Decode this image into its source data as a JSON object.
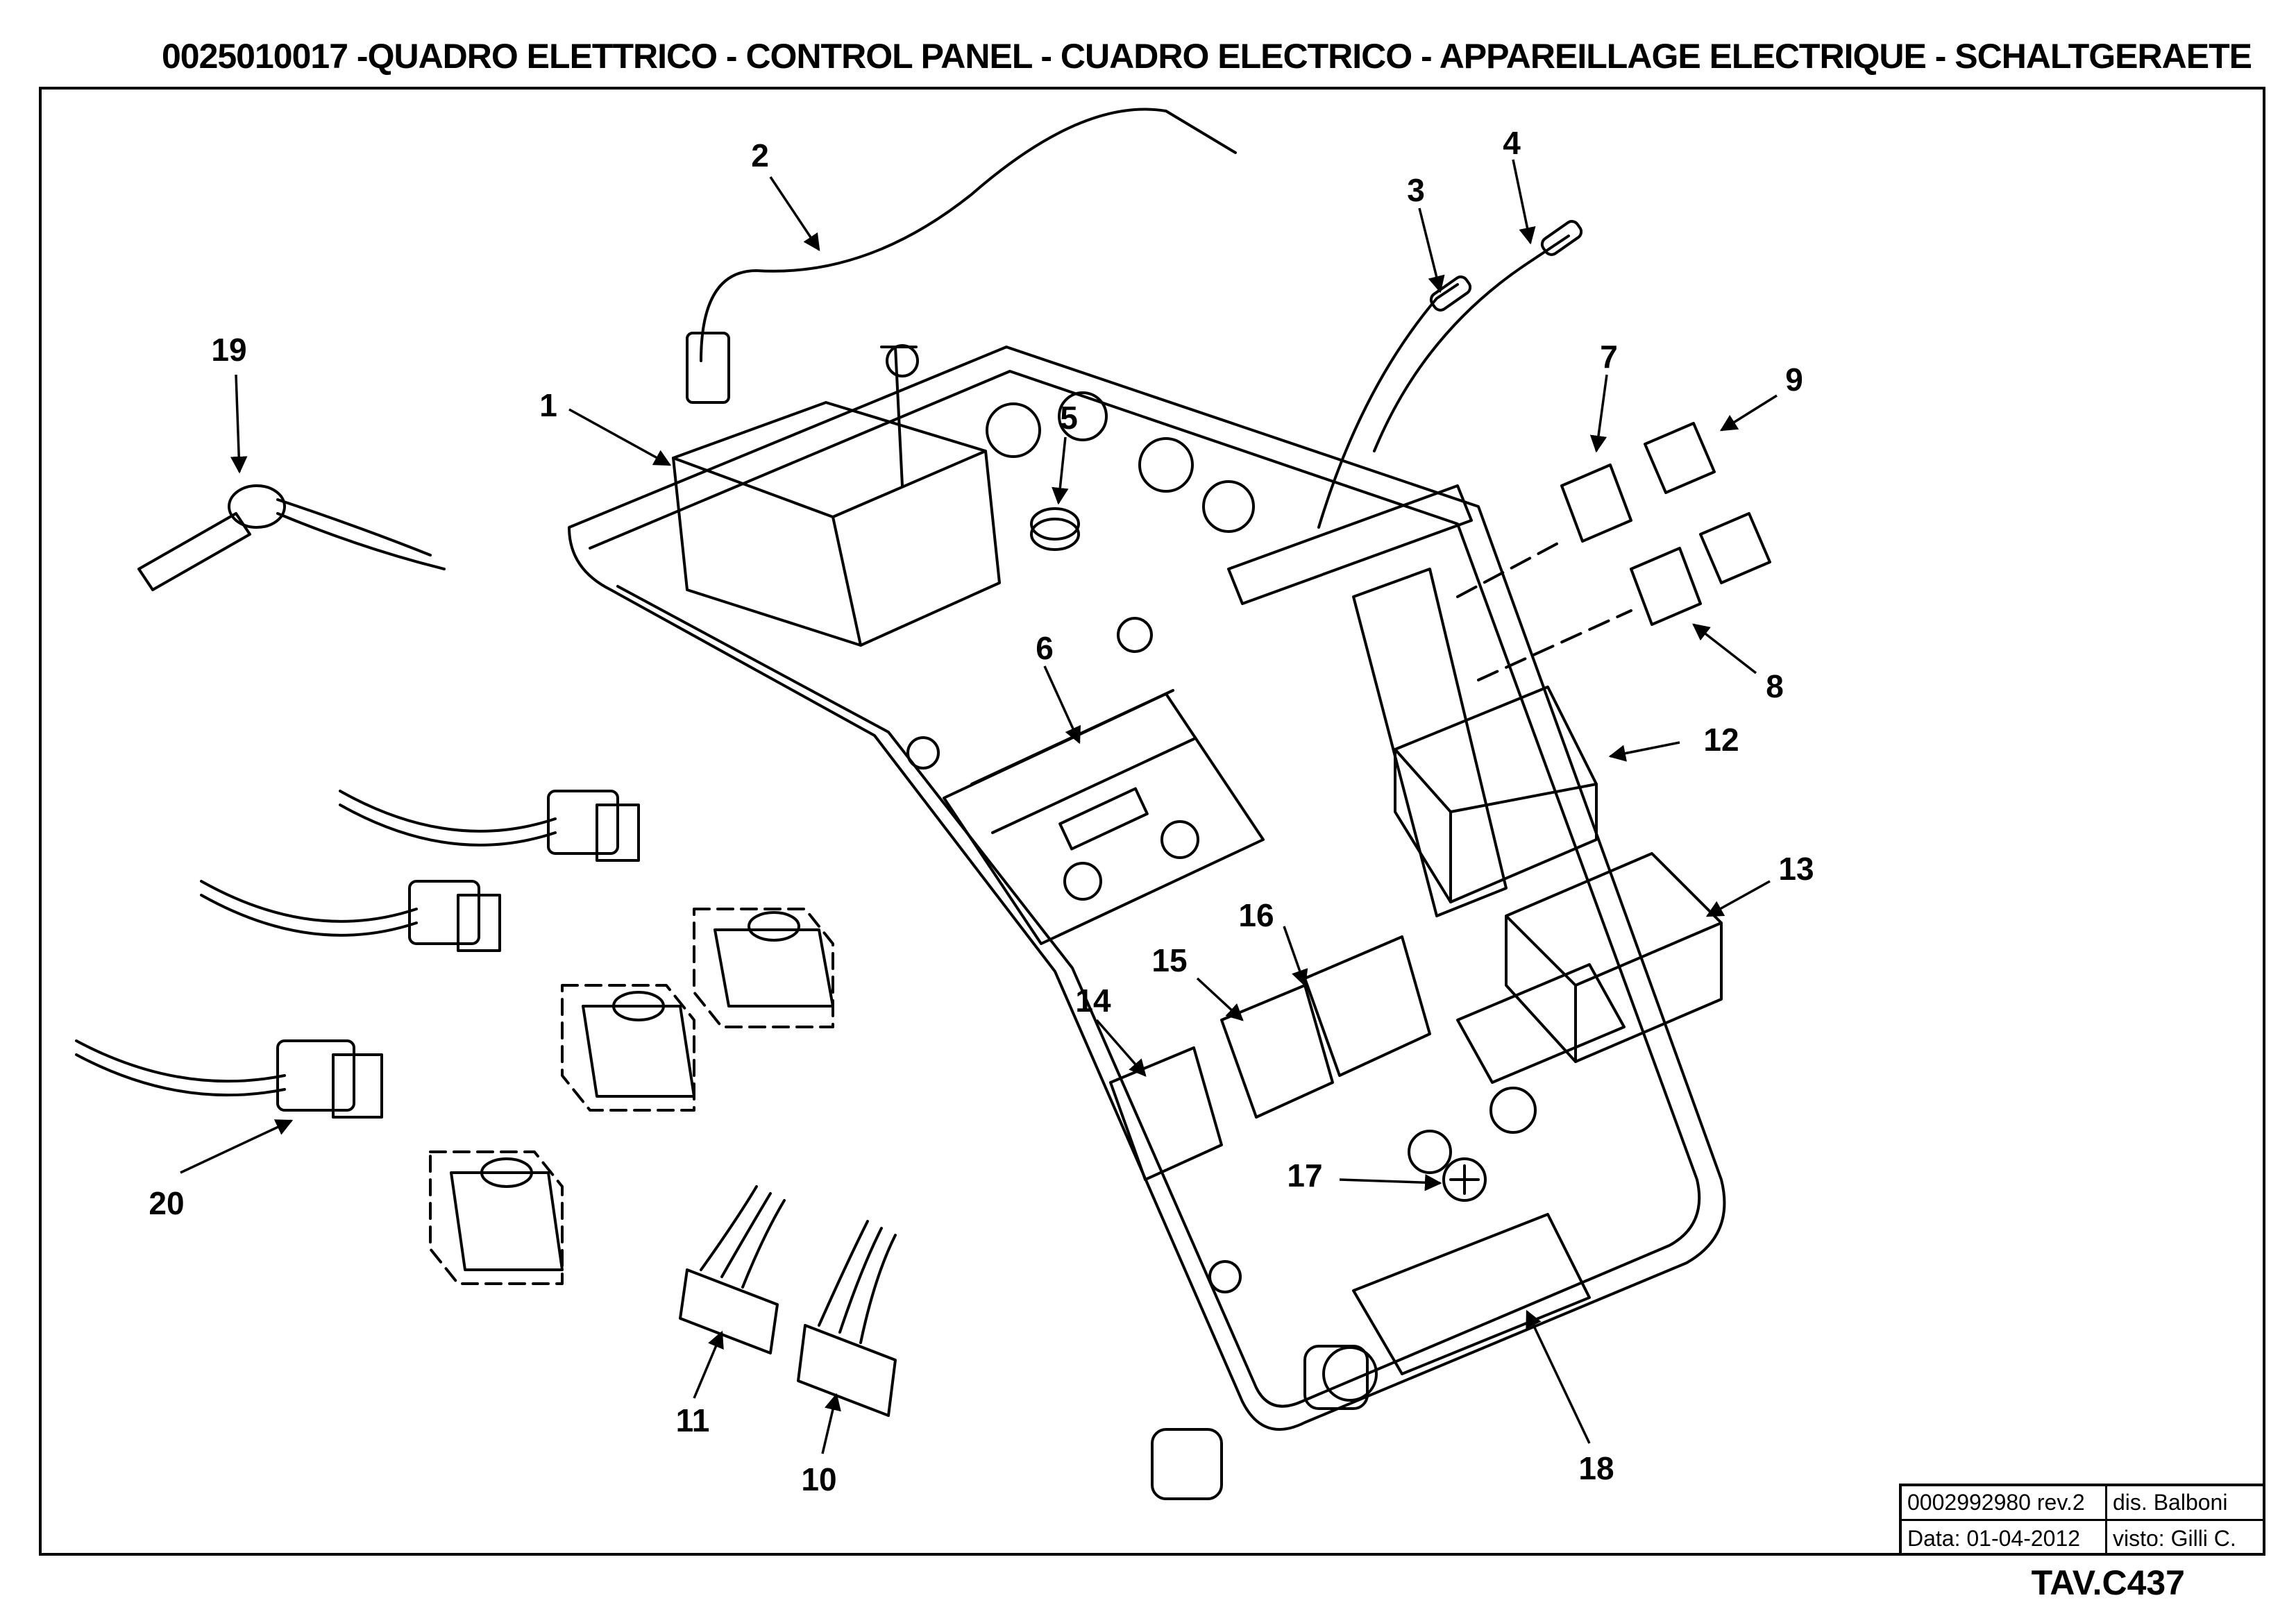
{
  "header": {
    "title": "0025010017 -QUADRO ELETTRICO - CONTROL PANEL - CUADRO ELECTRICO - APPAREILLAGE ELECTRIQUE - SCHALTGERAETE"
  },
  "callouts": [
    "1",
    "2",
    "3",
    "4",
    "5",
    "6",
    "7",
    "8",
    "9",
    "10",
    "11",
    "12",
    "13",
    "14",
    "15",
    "16",
    "17",
    "18",
    "19",
    "20"
  ],
  "title_block": {
    "drawing_code": "0002992980 rev.2",
    "designer": "dis. Balboni",
    "date": "Data: 01-04-2012",
    "checked": "visto: Gilli C."
  },
  "table_ref": "TAV.C437"
}
